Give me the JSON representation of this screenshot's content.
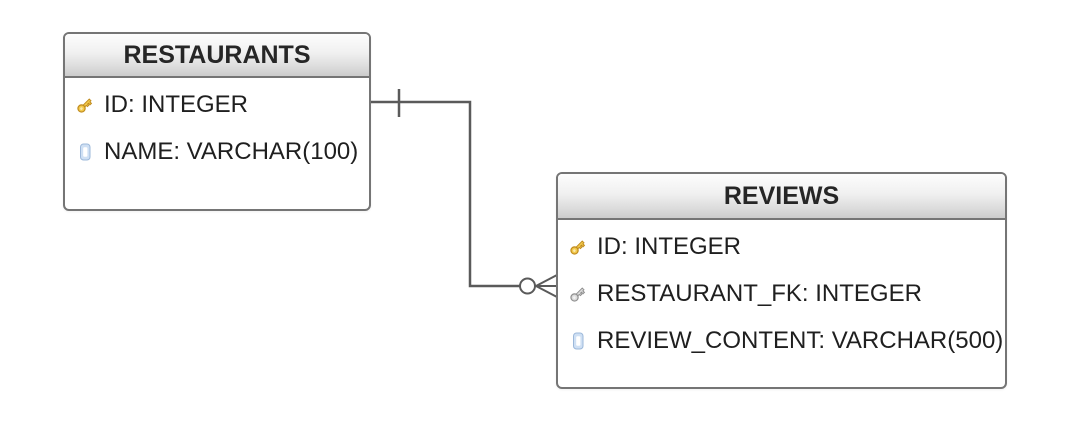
{
  "tables": [
    {
      "name": "RESTAURANTS",
      "columns": [
        {
          "icon": "primary-key-icon",
          "label": "ID: INTEGER"
        },
        {
          "icon": "column-icon",
          "label": "NAME: VARCHAR(100)"
        }
      ]
    },
    {
      "name": "REVIEWS",
      "columns": [
        {
          "icon": "primary-key-icon",
          "label": "ID: INTEGER"
        },
        {
          "icon": "foreign-key-icon",
          "label": "RESTAURANT_FK: INTEGER"
        },
        {
          "icon": "column-icon",
          "label": "REVIEW_CONTENT: VARCHAR(500)"
        }
      ]
    }
  ],
  "relationship": {
    "from_table": "RESTAURANTS",
    "to_table": "REVIEWS",
    "from_cardinality": "one",
    "to_cardinality": "zero-or-many",
    "line_color": "#5a5a5a"
  },
  "colors": {
    "background": "#ffffff",
    "table_border": "#757575",
    "header_gradient_top": "#fdfdfd",
    "header_gradient_bottom": "#cccccc",
    "row_text": "#1f1f1f",
    "primary_key_gold": "#f2c94c",
    "foreign_key_gray": "#dcdcdc",
    "column_icon_blue": "#b5cdea"
  }
}
